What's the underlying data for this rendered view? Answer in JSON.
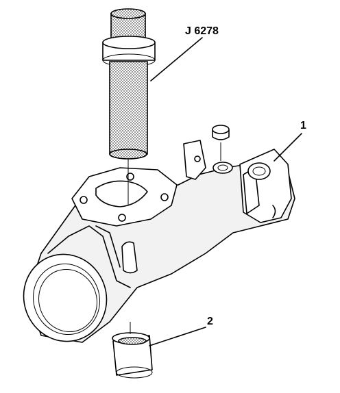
{
  "labels": {
    "tool": "J 6278",
    "part_1": "1",
    "part_2": "2"
  },
  "colors": {
    "line": "#000000",
    "fill_light": "#f2f2f2",
    "background": "#ffffff"
  }
}
